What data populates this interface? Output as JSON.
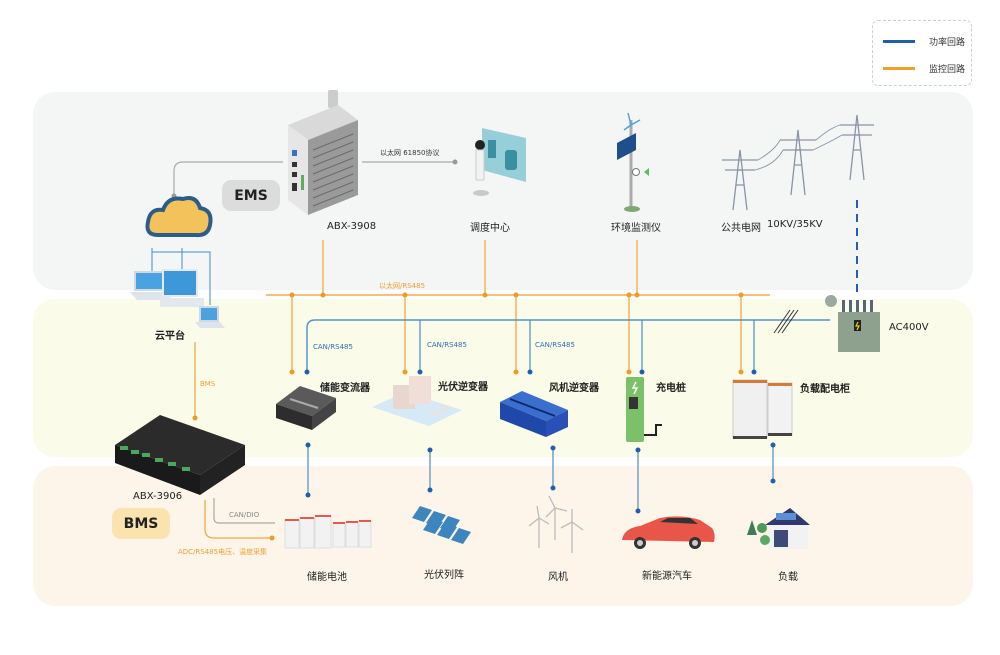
{
  "legend": {
    "items": [
      {
        "label": "功率回路",
        "color": "#1f5fb0"
      },
      {
        "label": "监控回路",
        "color": "#f0a030"
      }
    ]
  },
  "colors": {
    "power_line": "#3a7ab8",
    "monitor_line": "#f2a94a",
    "grey_line": "#a0a0a0",
    "band_top": "#f4f6f6",
    "band_mid": "#fafbe8",
    "band_bot": "#fdf5ea"
  },
  "badges": {
    "ems": "EMS",
    "bms": "BMS"
  },
  "devices": {
    "ems_controller": "ABX-3908",
    "cloud_platform": "云平台",
    "dispatch_center": "调度中心",
    "env_monitor": "环境监测仪",
    "public_grid": "公共电网",
    "grid_voltage": "10KV/35KV",
    "transformer_voltage": "AC400V",
    "storage_converter": "储能变流器",
    "pv_inverter": "光伏逆变器",
    "wind_inverter": "风机逆变器",
    "charging_pile": "充电桩",
    "load_cabinet": "负载配电柜",
    "bms_controller": "ABX-3906",
    "storage_battery": "储能电池",
    "pv_array": "光伏列阵",
    "wind_turbine": "风机",
    "ev": "新能源汽车",
    "load": "负载"
  },
  "link_labels": {
    "ethernet_61850": "以太网 61850协议",
    "ethernet_rs485": "以太网/RS485",
    "can_rs485": "CAN/RS485",
    "bms_link": "BMS",
    "can_dio": "CAN/DIO",
    "adc": "ADC/RS485电压、温度采集"
  }
}
